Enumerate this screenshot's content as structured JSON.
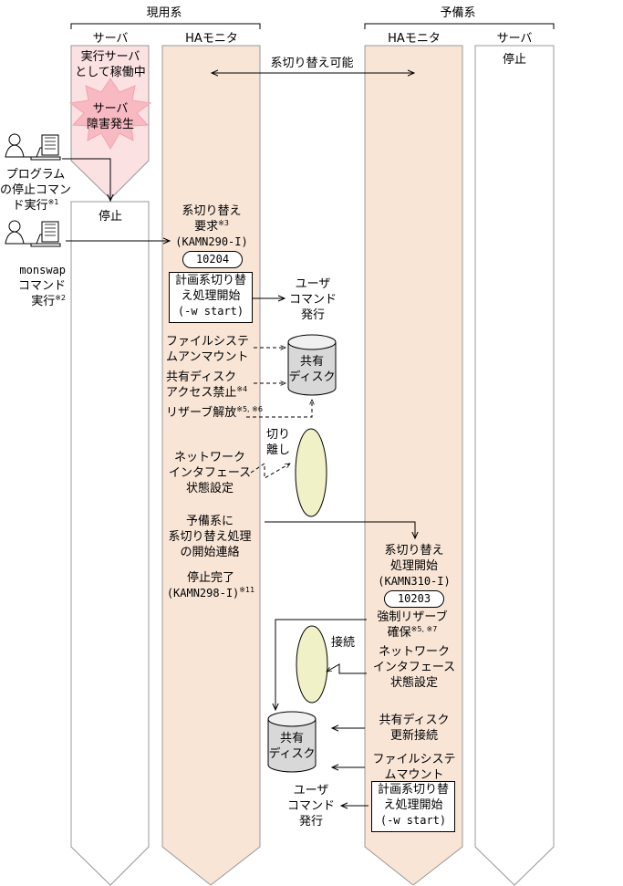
{
  "headers": {
    "active_system": "現用系",
    "standby_system": "予備系",
    "col_server_active": "サーバ",
    "col_ha_active": "HAモニタ",
    "col_ha_standby": "HAモニタ",
    "col_server_standby": "サーバ"
  },
  "active_server": {
    "running": [
      "実行サーバ",
      "として稼働中"
    ],
    "failure": [
      "サーバ",
      "障害発生"
    ],
    "stopped": "停止"
  },
  "standby_server": {
    "stopped": "停止"
  },
  "switchable": "系切り替え可能",
  "operators": {
    "program_stop": [
      "プログラム",
      "の停止コマン",
      "ド実行"
    ],
    "program_stop_note": "※1",
    "monswap": [
      "monswap",
      "コマンド",
      "実行"
    ],
    "monswap_note": "※2"
  },
  "active_steps": {
    "switch_request": [
      "系切り替え",
      "要求"
    ],
    "switch_request_note": "※3",
    "switch_request_id": "(KAMN290-I)",
    "switch_request_code": "10204",
    "planned_switch_box": [
      "計画系切り替",
      "え処理開始",
      "(-w start)"
    ],
    "user_command": [
      "ユーザ",
      "コマンド",
      "発行"
    ],
    "fs_unmount": [
      "ファイルシステ",
      "ムアンマウント"
    ],
    "disk_access_forbid": [
      "共有ディスク",
      "アクセス禁止"
    ],
    "disk_access_note": "※4",
    "reserve_release": "リザーブ解放",
    "reserve_release_note": "※5, ※6",
    "net_if": [
      "ネットワーク",
      "インタフェース",
      "状態設定"
    ],
    "detach": [
      "切り",
      "離し"
    ],
    "notify": [
      "予備系に",
      "系切り替え処理",
      "の開始連絡"
    ],
    "stop_done": "停止完了",
    "stop_done_id": "(KAMN298-I)",
    "stop_done_note": "※11"
  },
  "standby_steps": {
    "switch_start": [
      "系切り替え",
      "処理開始"
    ],
    "switch_start_id": "(KAMN310-I)",
    "switch_start_code": "10203",
    "force_reserve": [
      "強制リザーブ",
      "確保"
    ],
    "force_reserve_note": "※5, ※7",
    "connect": "接続",
    "net_if": [
      "ネットワーク",
      "インタフェース",
      "状態設定"
    ],
    "disk_update": [
      "共有ディスク",
      "更新接続"
    ],
    "fs_mount": [
      "ファイルシステ",
      "ムマウント"
    ],
    "planned_switch_box": [
      "計画系切り替",
      "え処理開始",
      "(-w start)"
    ],
    "user_command": [
      "ユーザ",
      "コマンド",
      "発行"
    ]
  },
  "shared_disk": [
    "共有",
    "ディスク"
  ]
}
